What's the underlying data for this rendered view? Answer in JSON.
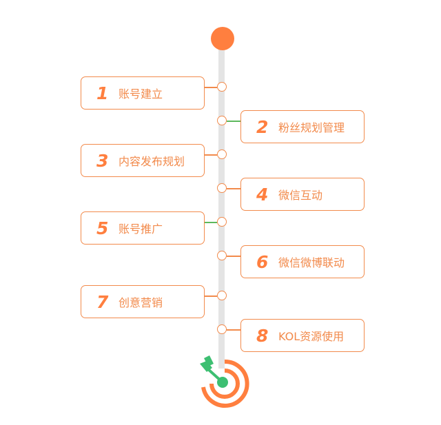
{
  "title_marker": "start-dot",
  "colors": {
    "accent": "#ff7f3f",
    "border": "#f28a4b",
    "track": "#e4e4e4",
    "green": "#5cb85c",
    "dart": "#3dbf72"
  },
  "steps": [
    {
      "number": "1",
      "label": "账号建立",
      "side": "left"
    },
    {
      "number": "2",
      "label": "粉丝规划管理",
      "side": "right"
    },
    {
      "number": "3",
      "label": "内容发布规划",
      "side": "left"
    },
    {
      "number": "4",
      "label": "微信互动",
      "side": "right"
    },
    {
      "number": "5",
      "label": "账号推广",
      "side": "left"
    },
    {
      "number": "6",
      "label": "微信微博联动",
      "side": "right"
    },
    {
      "number": "7",
      "label": "创意营销",
      "side": "left"
    },
    {
      "number": "8",
      "label": "KOL资源使用",
      "side": "right"
    }
  ],
  "end_icon": "target-icon"
}
